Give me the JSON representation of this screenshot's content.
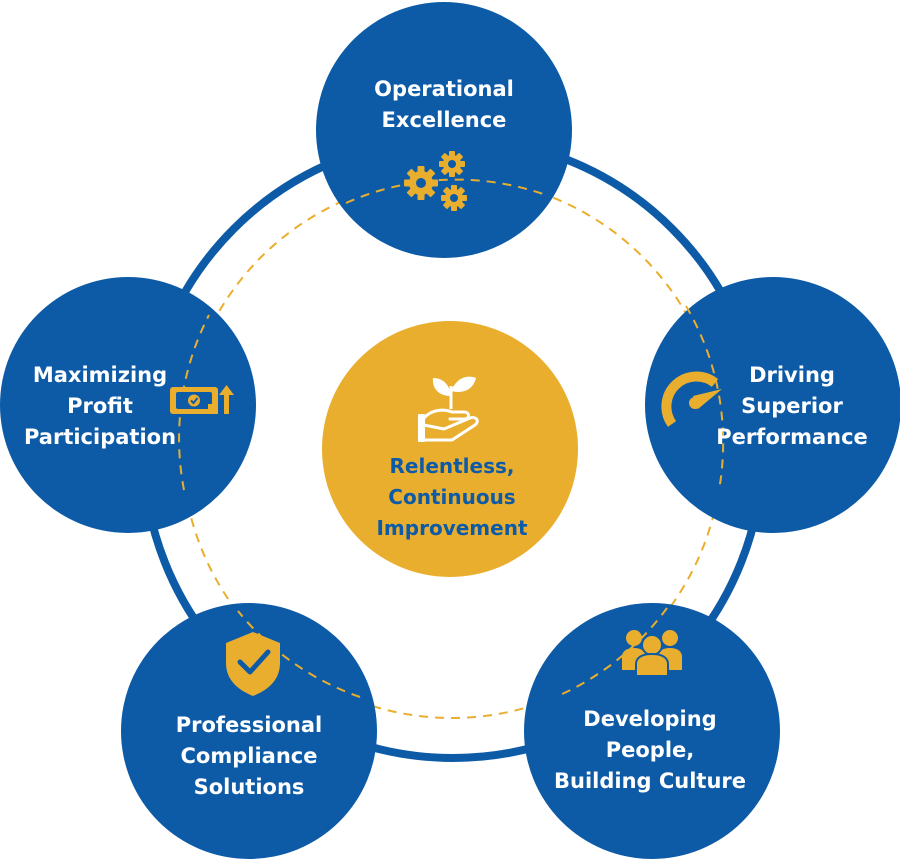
{
  "colors": {
    "primary_blue": "#0d5ba7",
    "accent_gold": "#eaae2f",
    "center_text": "#0d5ba7",
    "node_text": "#ffffff"
  },
  "center": {
    "lines": [
      "Relentless,",
      "Continuous",
      "Improvement"
    ],
    "icon": "plant-in-hand-icon"
  },
  "nodes": [
    {
      "id": "operational-excellence",
      "lines": [
        "Operational",
        "Excellence"
      ],
      "icon": "gears-icon"
    },
    {
      "id": "driving-superior-performance",
      "lines": [
        "Driving",
        "Superior",
        "Performance"
      ],
      "icon": "speedometer-icon"
    },
    {
      "id": "developing-people",
      "lines": [
        "Developing",
        "People,",
        "Building Culture"
      ],
      "icon": "people-group-icon"
    },
    {
      "id": "professional-compliance",
      "lines": [
        "Professional",
        "Compliance",
        "Solutions"
      ],
      "icon": "shield-check-icon"
    },
    {
      "id": "maximizing-profit",
      "lines": [
        "Maximizing",
        "Profit",
        "Participation"
      ],
      "icon": "money-growth-icon"
    }
  ]
}
